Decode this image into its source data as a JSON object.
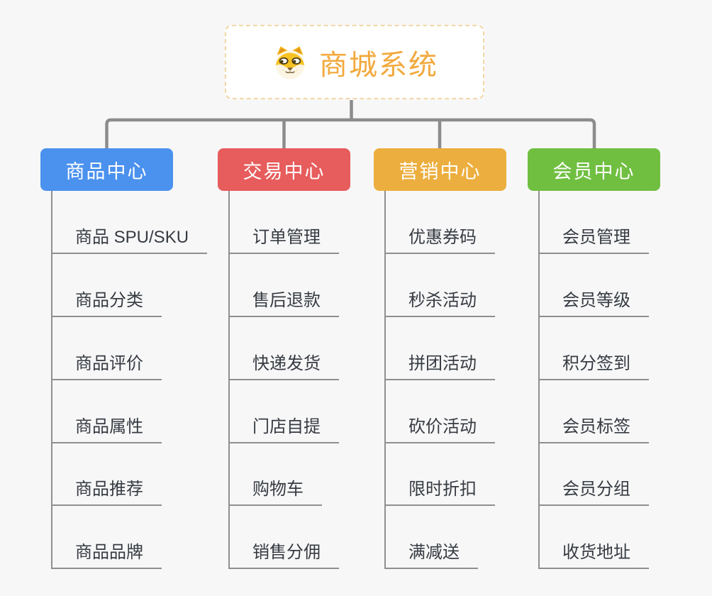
{
  "page": {
    "background_color": "#f7f7f7",
    "connector_color": "#8c8c8c",
    "line_color": "#8f8f8f"
  },
  "root": {
    "title": "商城系统",
    "icon": "shiba-dog-icon",
    "text_color": "#f2a93d",
    "border_color": "#f3d7a6"
  },
  "branches": [
    {
      "label": "商品中心",
      "color": "#4b91ee",
      "items": [
        "商品 SPU/SKU",
        "商品分类",
        "商品评价",
        "商品属性",
        "商品推荐",
        "商品品牌"
      ]
    },
    {
      "label": "交易中心",
      "color": "#e75c5c",
      "items": [
        "订单管理",
        "售后退款",
        "快递发货",
        "门店自提",
        "购物车",
        "销售分佣"
      ]
    },
    {
      "label": "营销中心",
      "color": "#ecae3e",
      "items": [
        "优惠券码",
        "秒杀活动",
        "拼团活动",
        "砍价活动",
        "限时折扣",
        "满减送"
      ]
    },
    {
      "label": "会员中心",
      "color": "#70bf41",
      "items": [
        "会员管理",
        "会员等级",
        "积分签到",
        "会员标签",
        "会员分组",
        "收货地址"
      ]
    }
  ]
}
